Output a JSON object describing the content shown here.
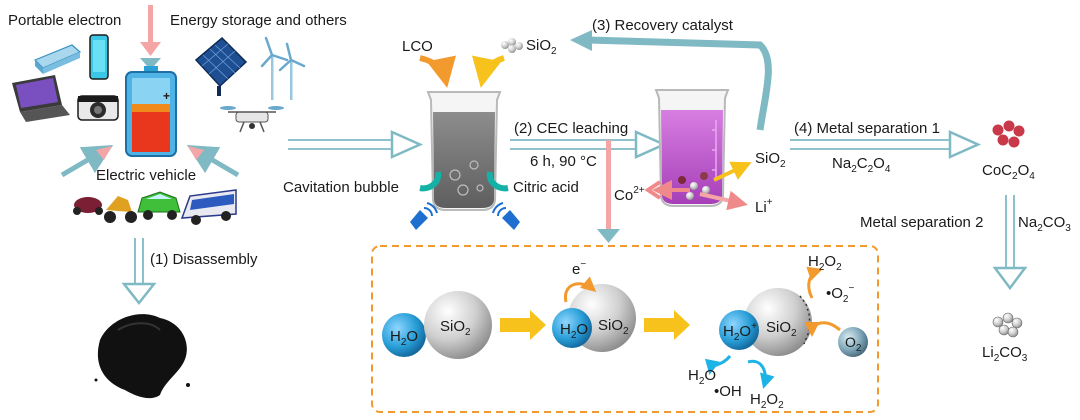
{
  "labels": {
    "portable": "Portable electron",
    "energy": "Energy storage and others",
    "ev": "Electric vehicle",
    "disassembly": "(1) Disassembly",
    "lco": "LCO",
    "sio2": "SiO",
    "sub2": "2",
    "recovery": "(3) Recovery catalyst",
    "cec": "(2) CEC leaching",
    "conditions": "6 h, 90 °C",
    "cavitation": "Cavitation bubble",
    "citric": "Citric acid",
    "co": "Co",
    "co_sup": "2+",
    "li": "Li",
    "li_sup": "+",
    "ms1": "(4) Metal separation 1",
    "na": "Na",
    "c": "C",
    "o": "O",
    "sub4": "4",
    "sub3": "3",
    "coc": "CoC",
    "ms2": "Metal separation 2",
    "na2co3_a": "Na",
    "na2co3_b": "CO",
    "li2co3_a": "Li",
    "li2co3_b": "CO",
    "h2o_h": "H",
    "h2o_o": "O",
    "h2o_plus": "H",
    "h2o_plus_o": "O",
    "plus": "+",
    "electron": "e",
    "minus": "−",
    "oh": "•OH",
    "h2o2_a": "H",
    "h2o2_b": "O",
    "o2r_a": "•O",
    "o2": "O"
  },
  "colors": {
    "arrow_teal": "#7fb9c4",
    "arrow_pink": "#f4a6a6",
    "yellow": "#f7c21b",
    "orange": "#f29a2e",
    "blue_sphere": "#2a9fd8",
    "purple_liquid": "#c15fd0",
    "gray_liquid": "#7d7d7d",
    "dashed_box": "#f29a2e"
  }
}
